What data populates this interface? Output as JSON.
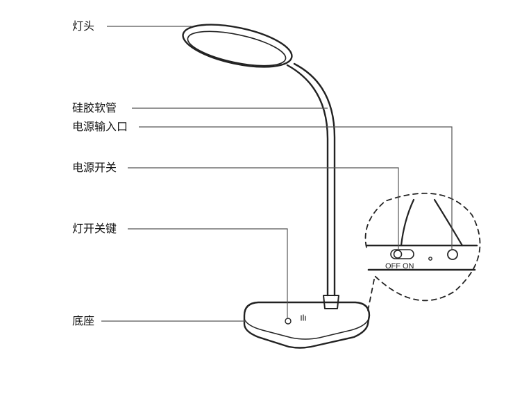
{
  "labels": {
    "lamp_head": "灯头",
    "silicone_hose": "硅胶软管",
    "power_input": "电源输入口",
    "power_switch": "电源开关",
    "light_switch_key": "灯开关键",
    "base": "底座"
  },
  "switch_text": {
    "off": "OFF",
    "on": "ON"
  },
  "colors": {
    "line": "#222222",
    "leader": "#555555",
    "background": "#ffffff"
  }
}
